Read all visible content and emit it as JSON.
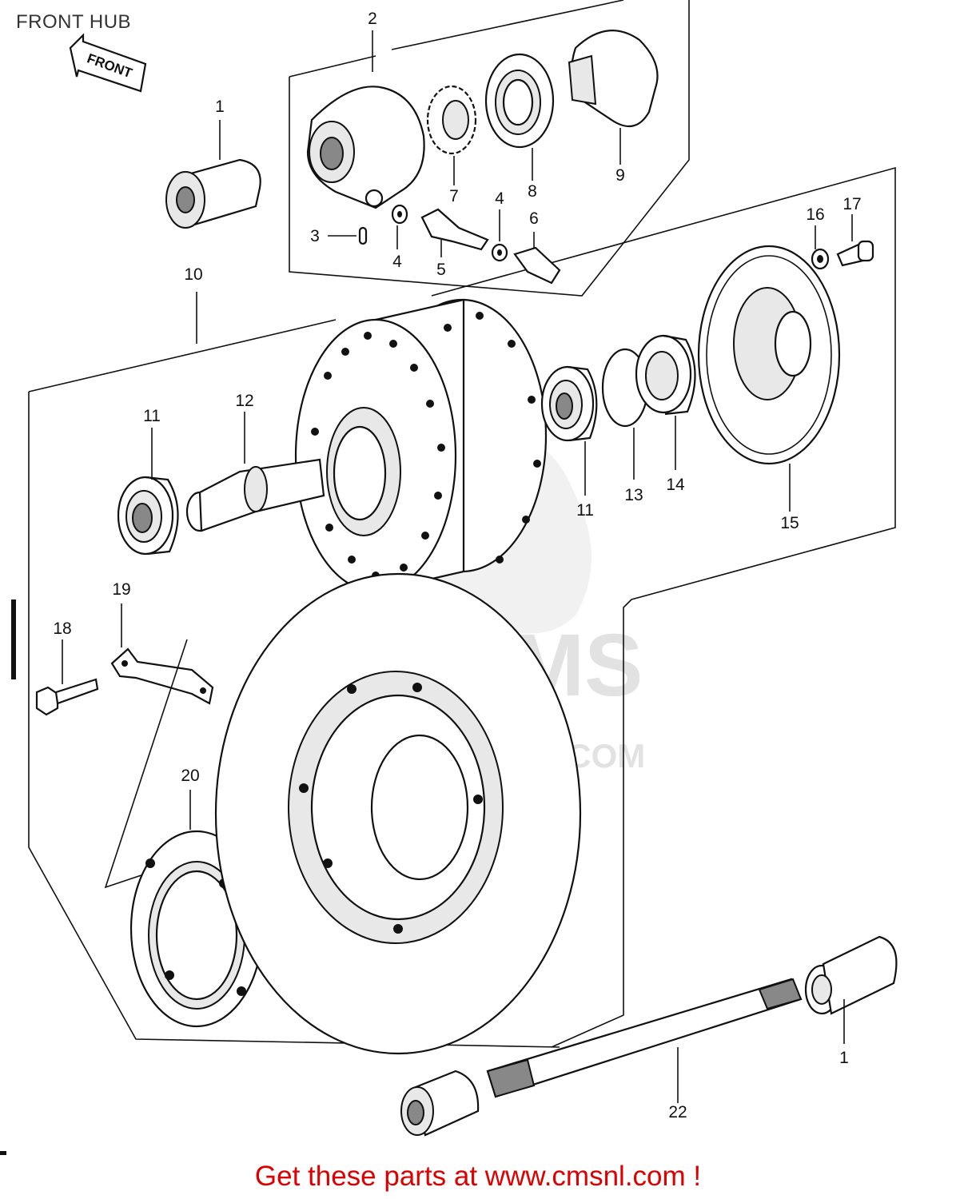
{
  "page": {
    "title": "FRONT HUB",
    "front_arrow_label": "FRONT",
    "footer_text": "Get these parts at www.cmsnl.com !",
    "footer_color": "#dd0000"
  },
  "watermark": {
    "brand": "CMS",
    "url": "WWW.CMSNL.COM"
  },
  "callouts": {
    "c1_top": "1",
    "c1_bottom": "1",
    "c2": "2",
    "c3": "3",
    "c4_left": "4",
    "c4_right": "4",
    "c5": "5",
    "c6": "6",
    "c7": "7",
    "c8": "8",
    "c9": "9",
    "c10": "10",
    "c11_left": "11",
    "c11_right": "11",
    "c12": "12",
    "c13": "13",
    "c14": "14",
    "c15": "15",
    "c16": "16",
    "c17": "17",
    "c18": "18",
    "c19": "19",
    "c20": "20",
    "c22": "22"
  }
}
